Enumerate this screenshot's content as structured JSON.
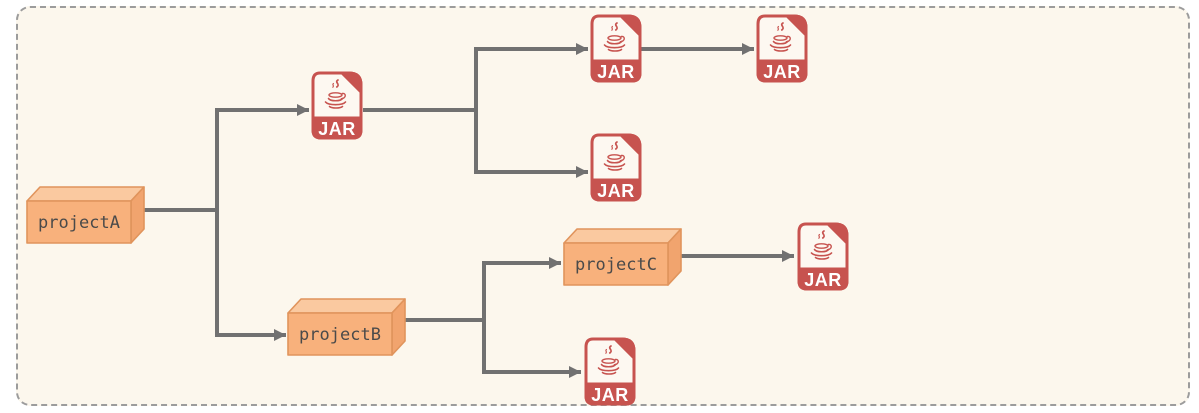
{
  "diagram": {
    "packages": [
      {
        "id": "projectA",
        "label": "projectA"
      },
      {
        "id": "projectB",
        "label": "projectB"
      },
      {
        "id": "projectC",
        "label": "projectC"
      }
    ],
    "jars": [
      {
        "id": "jar-1",
        "label": "JAR"
      },
      {
        "id": "jar-2",
        "label": "JAR"
      },
      {
        "id": "jar-3",
        "label": "JAR"
      },
      {
        "id": "jar-4",
        "label": "JAR"
      },
      {
        "id": "jar-5",
        "label": "JAR"
      },
      {
        "id": "jar-6",
        "label": "JAR"
      }
    ],
    "edges": [
      {
        "from": "projectA",
        "to": "jar-1"
      },
      {
        "from": "projectA",
        "to": "projectB"
      },
      {
        "from": "jar-1",
        "to": "jar-2"
      },
      {
        "from": "jar-1",
        "to": "jar-3"
      },
      {
        "from": "jar-2",
        "to": "jar-4"
      },
      {
        "from": "projectB",
        "to": "projectC"
      },
      {
        "from": "projectB",
        "to": "jar-6"
      },
      {
        "from": "projectC",
        "to": "jar-5"
      }
    ],
    "colors": {
      "panel_background": "#fcf7ed",
      "dashed_border": "#9c9c9c",
      "connector": "#717171",
      "package_front": "#f8b17c",
      "package_top": "#fac9a0",
      "package_side": "#f1a46e",
      "package_stroke": "#e0945c",
      "package_text": "#4a4a4a",
      "jar_red": "#c7534f",
      "jar_paper": "#fdf8f1",
      "jar_text": "#ffffff"
    }
  }
}
